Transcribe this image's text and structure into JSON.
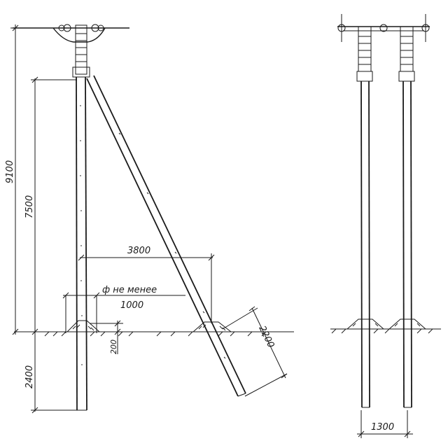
{
  "drawing": {
    "height_label": "9100",
    "attach_height_label": "7500",
    "brace_base_label": "3800",
    "pit_label_line1": "ф не менее",
    "pit_label_line2": "1000",
    "pit_depth_label": "200",
    "depth_label": "2400",
    "brace_depth_label": "2200",
    "pole_spacing_label": "1300"
  }
}
